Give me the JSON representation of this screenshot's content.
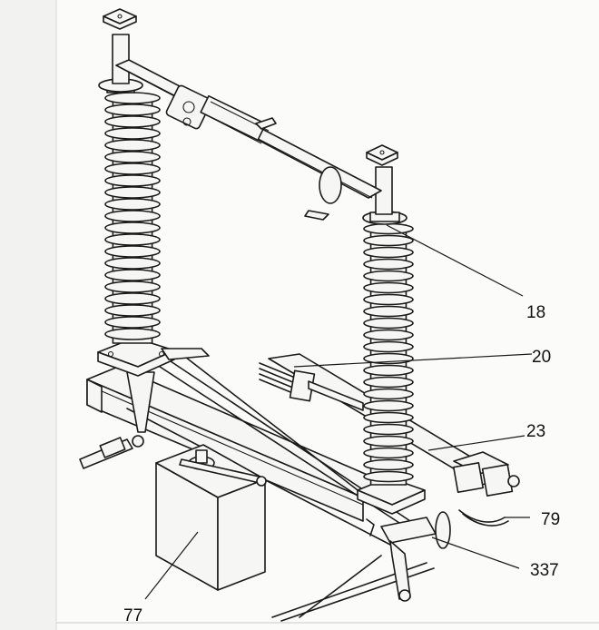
{
  "figure": {
    "callouts": [
      "18",
      "20",
      "23",
      "79",
      "337",
      "77"
    ]
  }
}
